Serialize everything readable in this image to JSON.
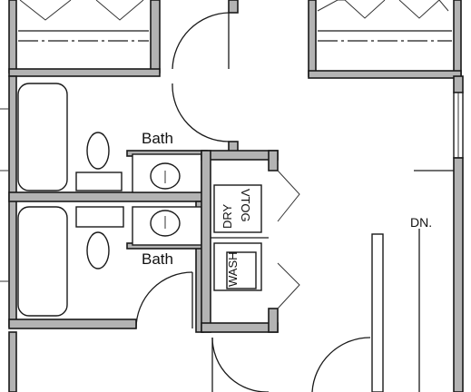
{
  "plan": {
    "rooms": [
      {
        "id": "upper-bath",
        "label": "Bath"
      },
      {
        "id": "lower-bath",
        "label": "Bath"
      }
    ],
    "laundry": {
      "dryer_label": "DRY",
      "dryer_label_mirrored": "VTOG",
      "washer_label": "WASH"
    },
    "stair_label": "DN."
  }
}
